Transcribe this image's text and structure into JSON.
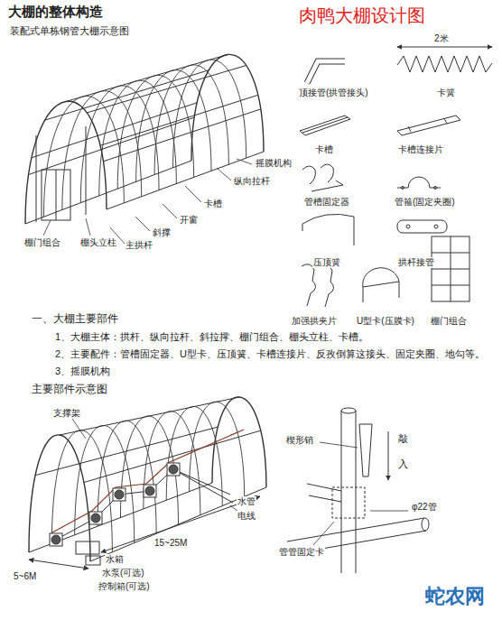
{
  "diagram": {
    "title": "大棚的整体构造",
    "labels": [
      "肉鸭大棚设计图",
      "装配式单栋钢管大棚示意图",
      "摇膜机构",
      "纵向拉杆",
      "卡槽",
      "开窗",
      "斜撑",
      "主拱杆",
      "棚门组合",
      "棚头立柱",
      "顶接管(拱管接头)",
      "2米",
      "卡簧",
      "卡槽",
      "卡槽连接片",
      "管槽固定器",
      "管箍(固定夹圈)",
      "压顶簧",
      "拱杆接管",
      "加强拱夹片",
      "U型卡(压膜卡)",
      "棚门组合",
      "一、大棚主要部件",
      "1、大棚主体：拱杆、纵向拉杆、斜拉撑、棚门组合、棚头立柱、卡槽。",
      "2、主要配件：管槽固定器、U型卡、压顶簧、卡槽连接片、反孜倒算这接头、固定夹圈、地勾等。",
      "3、摇膜机构",
      "主要部件示意图",
      "支撑架",
      "水管",
      "电线",
      "15~25M",
      "水箱",
      "水泵(可选)",
      "控制箱(可选)",
      "5~6M",
      "楔形销",
      "敲",
      "入",
      "φ22管",
      "管管固定卡",
      "蛇农网"
    ]
  }
}
